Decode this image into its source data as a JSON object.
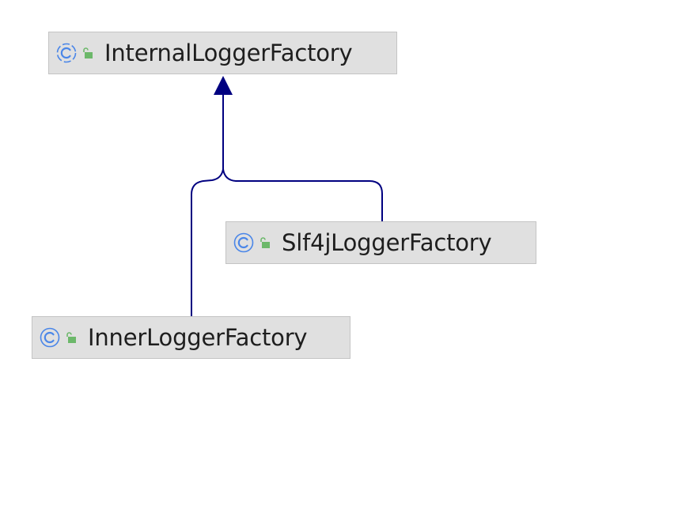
{
  "diagram": {
    "nodes": [
      {
        "id": "internal",
        "label": "InternalLoggerFactory",
        "icon": "class-icon",
        "visibility_icon": "public-lock-icon"
      },
      {
        "id": "slf4j",
        "label": "Slf4jLoggerFactory",
        "icon": "class-icon",
        "visibility_icon": "public-lock-icon"
      },
      {
        "id": "inner",
        "label": "InnerLoggerFactory",
        "icon": "class-icon",
        "visibility_icon": "public-lock-icon"
      }
    ],
    "edges": [
      {
        "from": "slf4j",
        "to": "internal",
        "type": "extends"
      },
      {
        "from": "inner",
        "to": "internal",
        "type": "extends"
      }
    ]
  },
  "colors": {
    "edge": "#000080",
    "node_fill": "#e0e0e0",
    "node_border": "#c4c4c4",
    "class_icon": "#4a86e8",
    "lock_icon": "#6cb86a"
  }
}
